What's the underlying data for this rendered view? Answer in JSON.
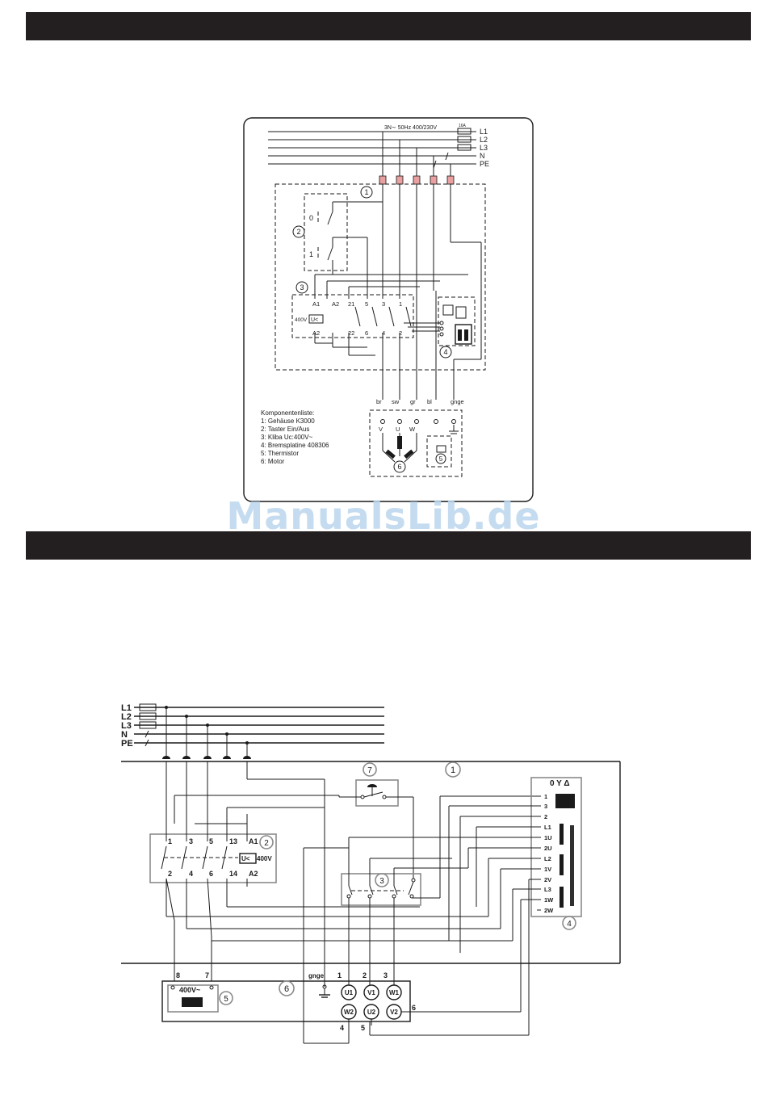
{
  "diagram1": {
    "supply_label": "3N∼ 50Hz 400/230V",
    "fuse_rating": "16A",
    "phases": [
      "L1",
      "L2",
      "L3",
      "N",
      "PE"
    ],
    "markers": [
      "1",
      "2",
      "3",
      "4",
      "5",
      "6"
    ],
    "switch_positions": [
      "0",
      "1"
    ],
    "contactor_terms_top": [
      "A1",
      "A2",
      "21",
      "5",
      "3",
      "1"
    ],
    "contactor_terms_bottom": [
      "A2",
      "22",
      "6",
      "4",
      "2"
    ],
    "coil_label": "400V",
    "coil_symbol": "U<",
    "wire_colors": [
      "br",
      "sw",
      "gr",
      "bl",
      "gnge"
    ],
    "motor_terms": [
      "V",
      "U",
      "W"
    ],
    "components_title": "Komponentenliste:",
    "components": [
      "1: Gehäuse K3000",
      "2: Taster Ein/Aus",
      "3: Kliba Uc:400V~",
      "4: Bremsplatine 408306",
      "5: Thermistor",
      "6: Motor"
    ]
  },
  "diagram2": {
    "phases": [
      "L1",
      "L2",
      "L3",
      "N",
      "PE"
    ],
    "markers": [
      "1",
      "2",
      "3",
      "4",
      "5",
      "6",
      "7"
    ],
    "contactor_terms_top": [
      "1",
      "3",
      "5",
      "13",
      "A1"
    ],
    "contactor_terms_bottom": [
      "2",
      "4",
      "6",
      "14",
      "A2"
    ],
    "coil_label": "400V",
    "coil_symbol": "U<",
    "thermistor_label": "400V~",
    "thermistor_terms": [
      "8",
      "7"
    ],
    "brake_header": "0 Y Δ",
    "brake_terms": [
      "1",
      "3",
      "2",
      "L1",
      "1U",
      "2U",
      "L2",
      "1V",
      "2V",
      "L3",
      "1W",
      "2W"
    ],
    "motor_top_terms": [
      "U1",
      "V1",
      "W1"
    ],
    "motor_bottom_terms": [
      "W2",
      "U2",
      "V2"
    ],
    "motor_wire_numbers": [
      "1",
      "2",
      "3",
      "4",
      "5",
      "6"
    ],
    "earth_label": "gnge"
  },
  "watermark": "ManualsLib.de"
}
